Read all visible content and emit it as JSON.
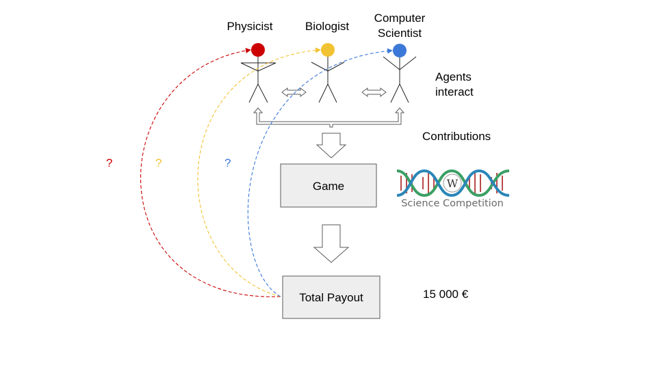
{
  "agents": [
    {
      "label_lines": [
        "Physicist"
      ],
      "color": "#cc0000",
      "qmark": "?"
    },
    {
      "label_lines": [
        "Biologist"
      ],
      "color": "#f1c232",
      "qmark": "?"
    },
    {
      "label_lines": [
        "Computer",
        "Scientist"
      ],
      "color": "#3c78d8",
      "qmark": "?"
    }
  ],
  "annotations": {
    "interact": [
      "Agents",
      "interact"
    ],
    "contributions": "Contributions",
    "payout_amount": "15 000 €"
  },
  "boxes": {
    "game": "Game",
    "payout": "Total Payout"
  },
  "logo": {
    "letter": "W",
    "text": "Science Competition",
    "colors": {
      "strand_green": "#3a9f63",
      "strand_blue": "#2a86b8",
      "rungs": "#b94a4a"
    }
  }
}
